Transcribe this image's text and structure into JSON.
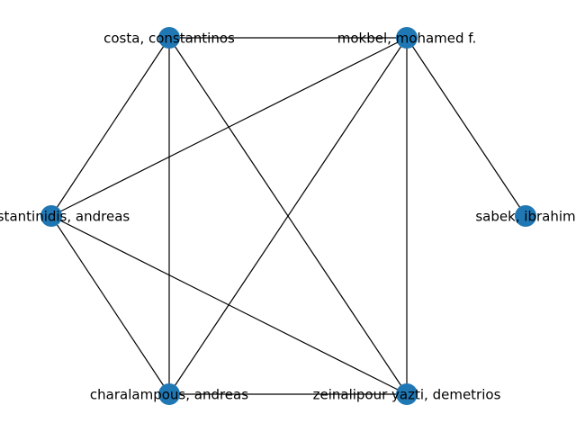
{
  "graph": {
    "node_color": "#1f77b4",
    "edge_color": "#000000",
    "nodes": [
      {
        "id": "costa",
        "label": "costa, constantinos"
      },
      {
        "id": "mokbel",
        "label": "mokbel, mohamed f."
      },
      {
        "id": "konstantinidis",
        "label": "constantinidis, andreas"
      },
      {
        "id": "sabek",
        "label": "sabek, ibrahim"
      },
      {
        "id": "charalampous",
        "label": "charalampous, andreas"
      },
      {
        "id": "zeinalipour",
        "label": "zeinalipour yazti, demetrios"
      }
    ],
    "edges": [
      [
        "costa",
        "mokbel"
      ],
      [
        "costa",
        "konstantinidis"
      ],
      [
        "costa",
        "charalampous"
      ],
      [
        "costa",
        "zeinalipour"
      ],
      [
        "mokbel",
        "konstantinidis"
      ],
      [
        "mokbel",
        "charalampous"
      ],
      [
        "mokbel",
        "zeinalipour"
      ],
      [
        "mokbel",
        "sabek"
      ],
      [
        "konstantinidis",
        "charalampous"
      ],
      [
        "konstantinidis",
        "zeinalipour"
      ],
      [
        "charalampous",
        "zeinalipour"
      ]
    ]
  }
}
